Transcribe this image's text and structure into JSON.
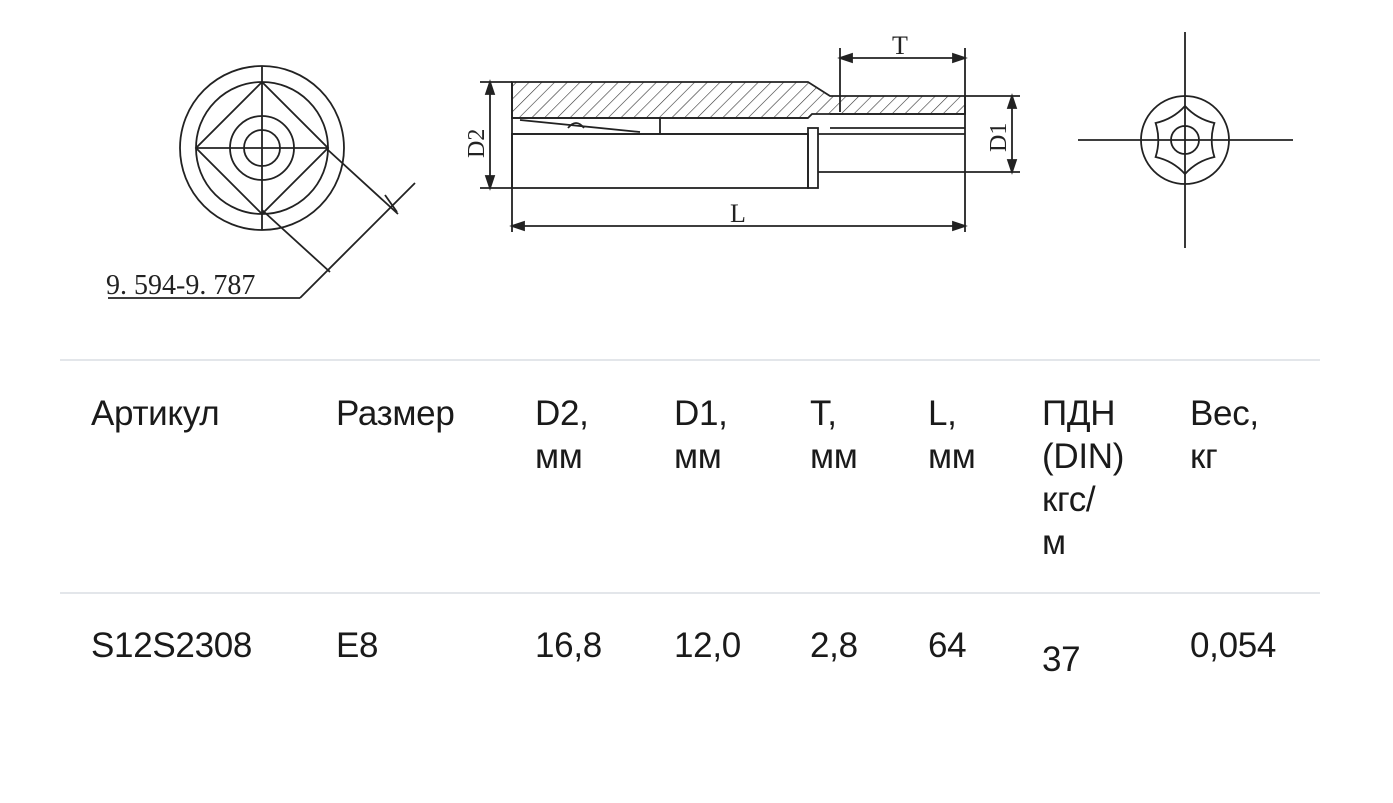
{
  "drawing": {
    "end_view_dimension": "9. 594-9. 787",
    "dim_T": "T",
    "dim_L": "L",
    "dim_D1": "D1",
    "dim_D2": "D2"
  },
  "table": {
    "headers": [
      "Артикул",
      "Размер",
      "D2,\nмм",
      "D1,\nмм",
      "T,\nмм",
      "L,\nмм",
      "ПДН\n(DIN)\nкгс/\nм",
      "Вес,\nкг"
    ],
    "rows": [
      [
        "S12S2308",
        "E8",
        "16,8",
        "12,0",
        "2,8",
        "64",
        "37",
        "0,054"
      ]
    ]
  }
}
